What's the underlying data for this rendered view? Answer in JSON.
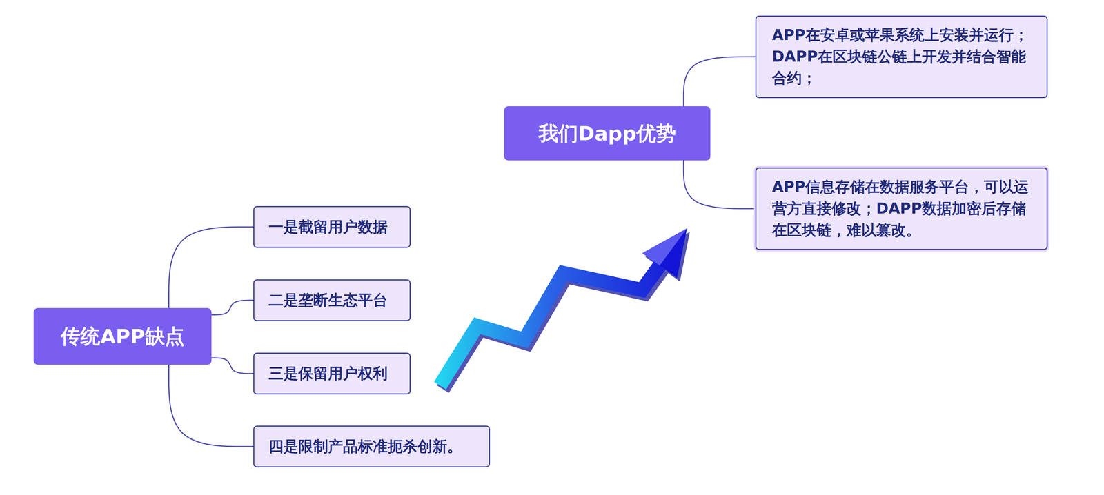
{
  "diagram": {
    "nodes": [
      {
        "text": [
          "传统APP缺点"
        ]
      },
      {
        "text": [
          "一是截留用户数据"
        ]
      },
      {
        "text": [
          "二是垄断生态平台"
        ]
      },
      {
        "text": [
          "三是保留用户权利"
        ]
      },
      {
        "text": [
          "四是限制产品标准扼杀创新。"
        ]
      },
      {
        "text": [
          "我们Dapp优势"
        ]
      },
      {
        "text": [
          "APP在安卓或苹果系统上安装并运行；DAPP在区块链公链上开发并结合智能合约；"
        ]
      },
      {
        "text": [
          "APP信息存储在数据服务平台，可以运营方直接修改；DAPP数据加密后存储在区块链，难以篡改。"
        ]
      }
    ],
    "edges": [
      {
        "from": 0,
        "to": 1,
        "arrow": "none"
      },
      {
        "from": 0,
        "to": 2,
        "arrow": "none"
      },
      {
        "from": 0,
        "to": 3,
        "arrow": "none"
      },
      {
        "from": 0,
        "to": 4,
        "arrow": "none"
      },
      {
        "from": 5,
        "to": 6,
        "arrow": "none"
      },
      {
        "from": 5,
        "to": 7,
        "arrow": "none"
      }
    ]
  }
}
